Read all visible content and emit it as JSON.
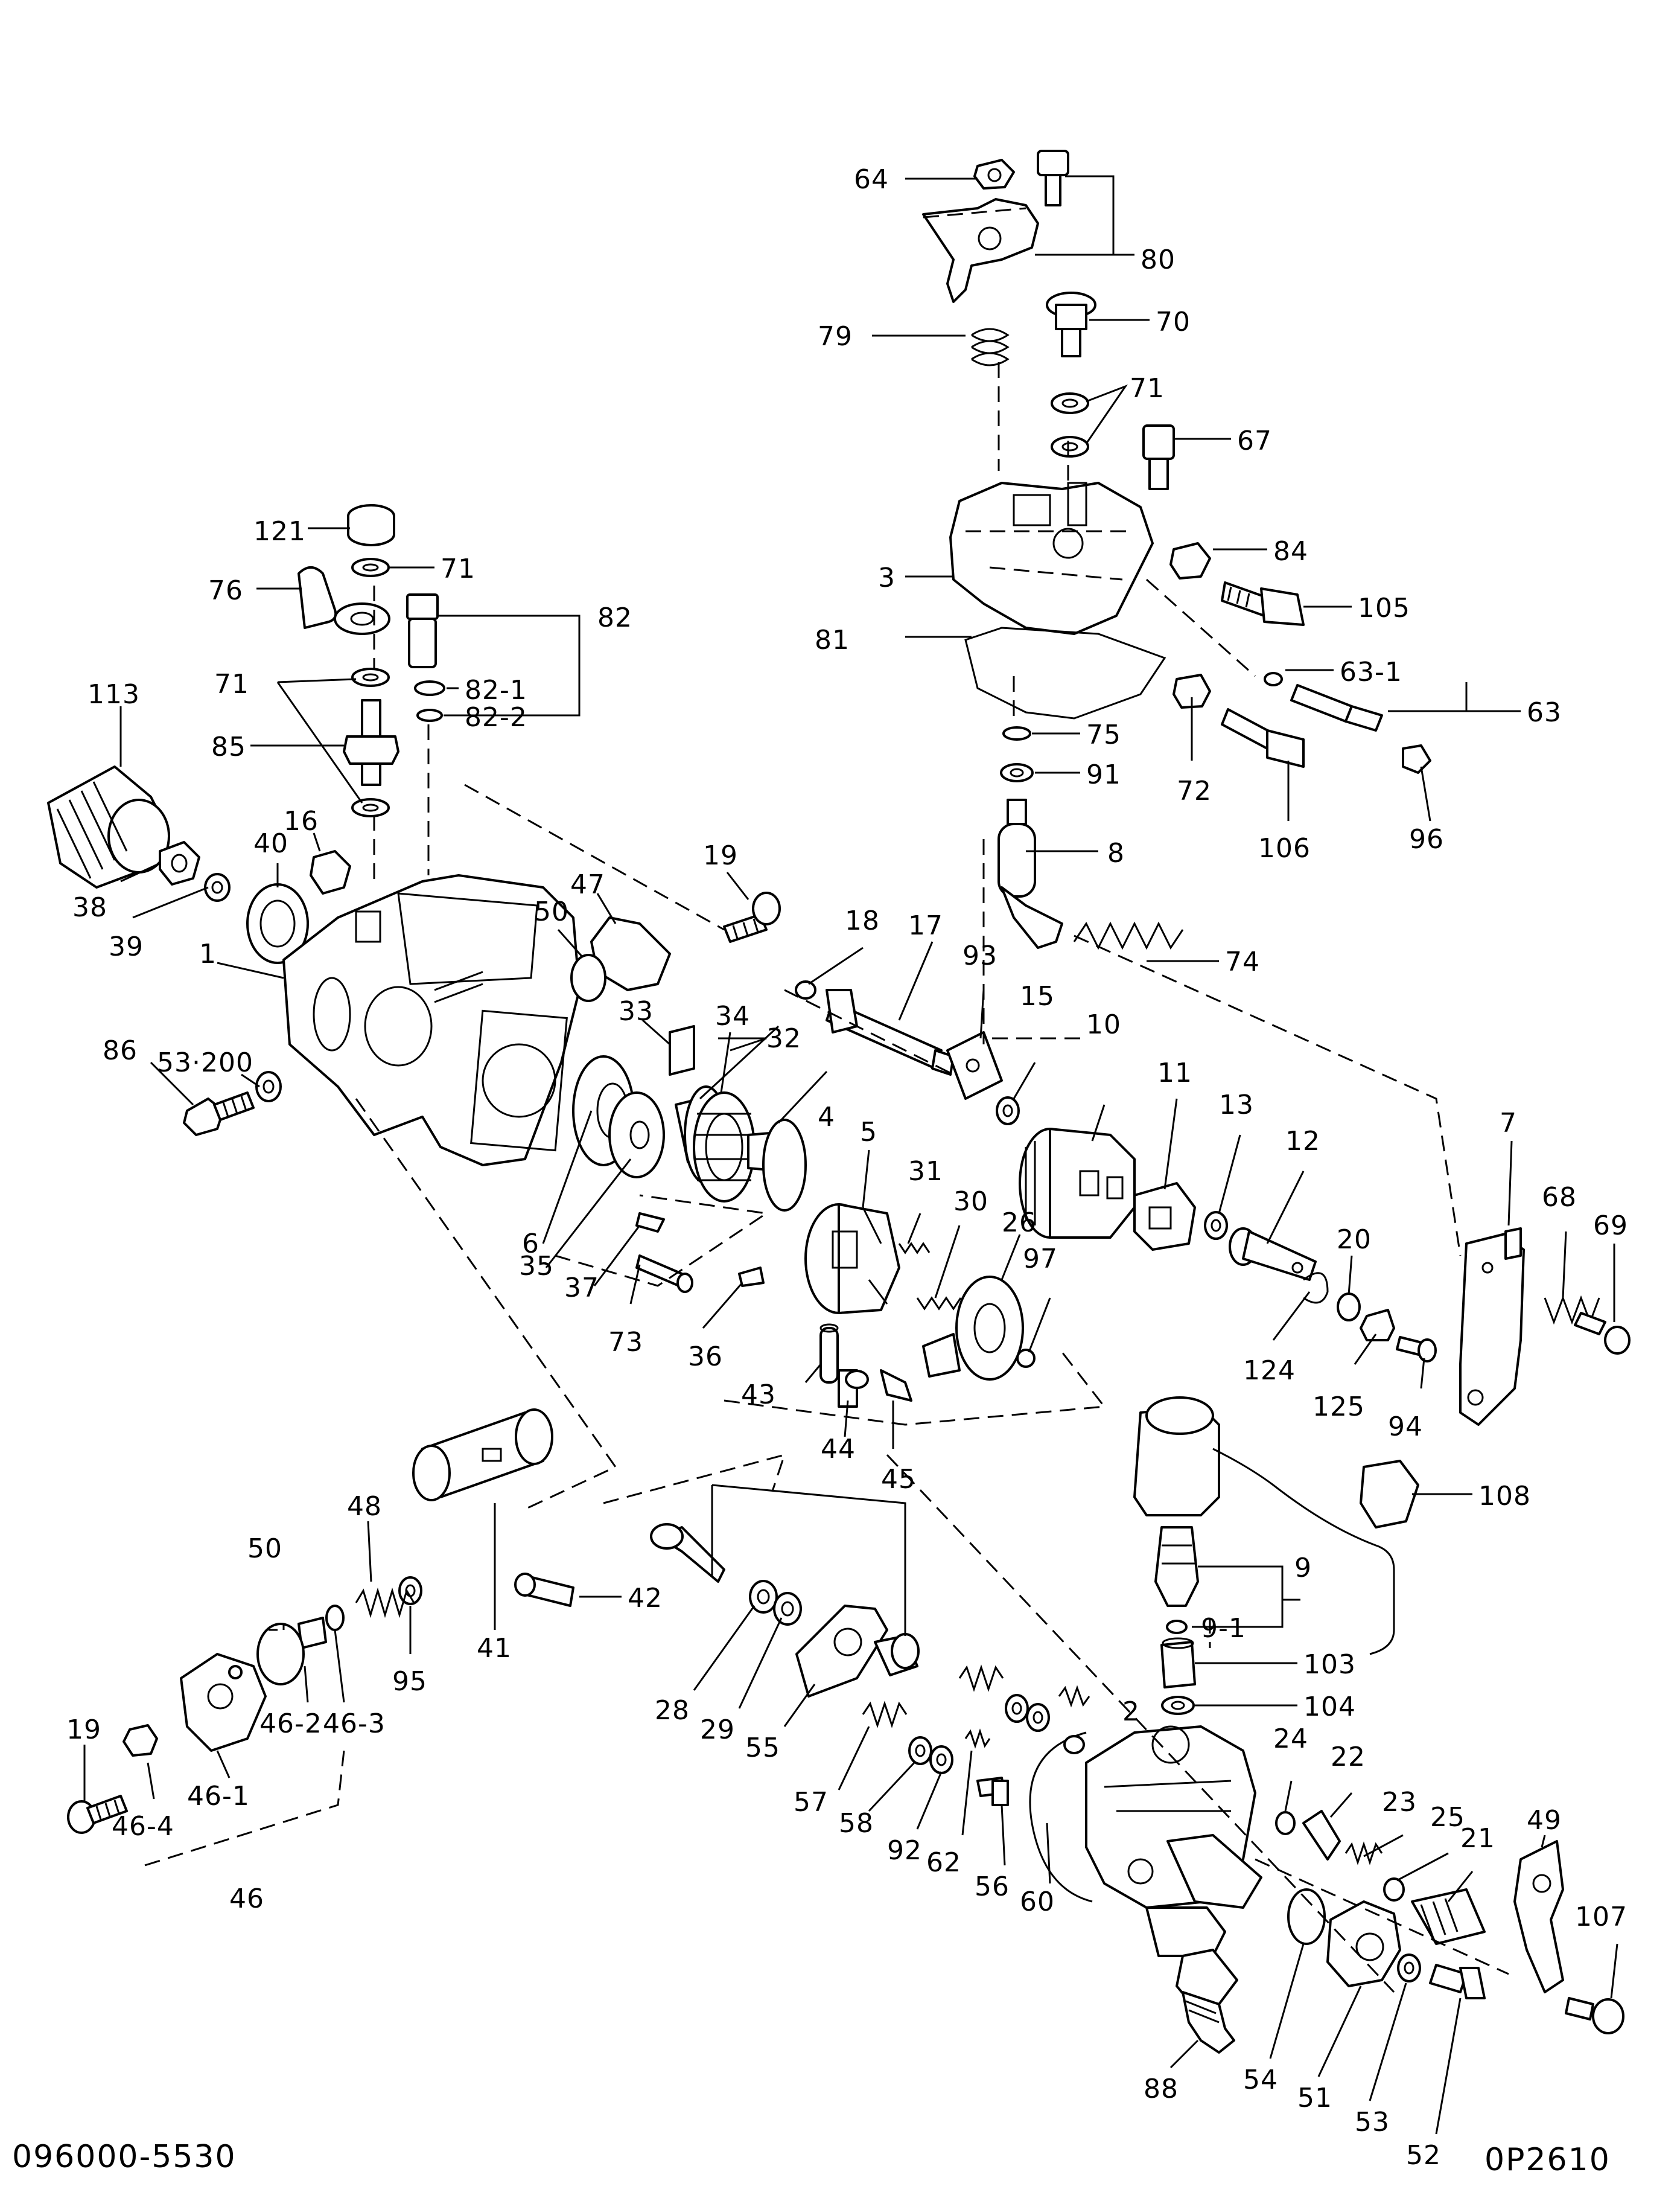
{
  "footer": {
    "left_code": "096000-5530",
    "right_code": "0P2610"
  },
  "labels": [
    "64",
    "80",
    "79",
    "70",
    "71",
    "67",
    "3",
    "84",
    "105",
    "81",
    "63-1",
    "63",
    "75",
    "91",
    "72",
    "106",
    "96",
    "8",
    "74",
    "121",
    "71",
    "76",
    "82",
    "71",
    "82-1",
    "82-2",
    "85",
    "113",
    "16",
    "40",
    "38",
    "39",
    "1",
    "19",
    "47",
    "50",
    "18",
    "17",
    "93",
    "15",
    "10",
    "11",
    "13",
    "12",
    "7",
    "68",
    "69",
    "53·200",
    "86",
    "33",
    "34",
    "32",
    "4",
    "5",
    "31",
    "30",
    "26",
    "97",
    "6",
    "35",
    "37",
    "73",
    "36",
    "43",
    "44",
    "45",
    "20",
    "124",
    "125",
    "94",
    "108",
    "9",
    "9-1",
    "103",
    "104",
    "48",
    "50",
    "41",
    "42",
    "95",
    "46-2",
    "46-3",
    "46-1",
    "19",
    "46-4",
    "46",
    "28",
    "29",
    "55",
    "57",
    "58",
    "92",
    "62",
    "56",
    "60",
    "2",
    "24",
    "22",
    "23",
    "25",
    "21",
    "49",
    "107",
    "88",
    "54",
    "51",
    "53",
    "52"
  ]
}
